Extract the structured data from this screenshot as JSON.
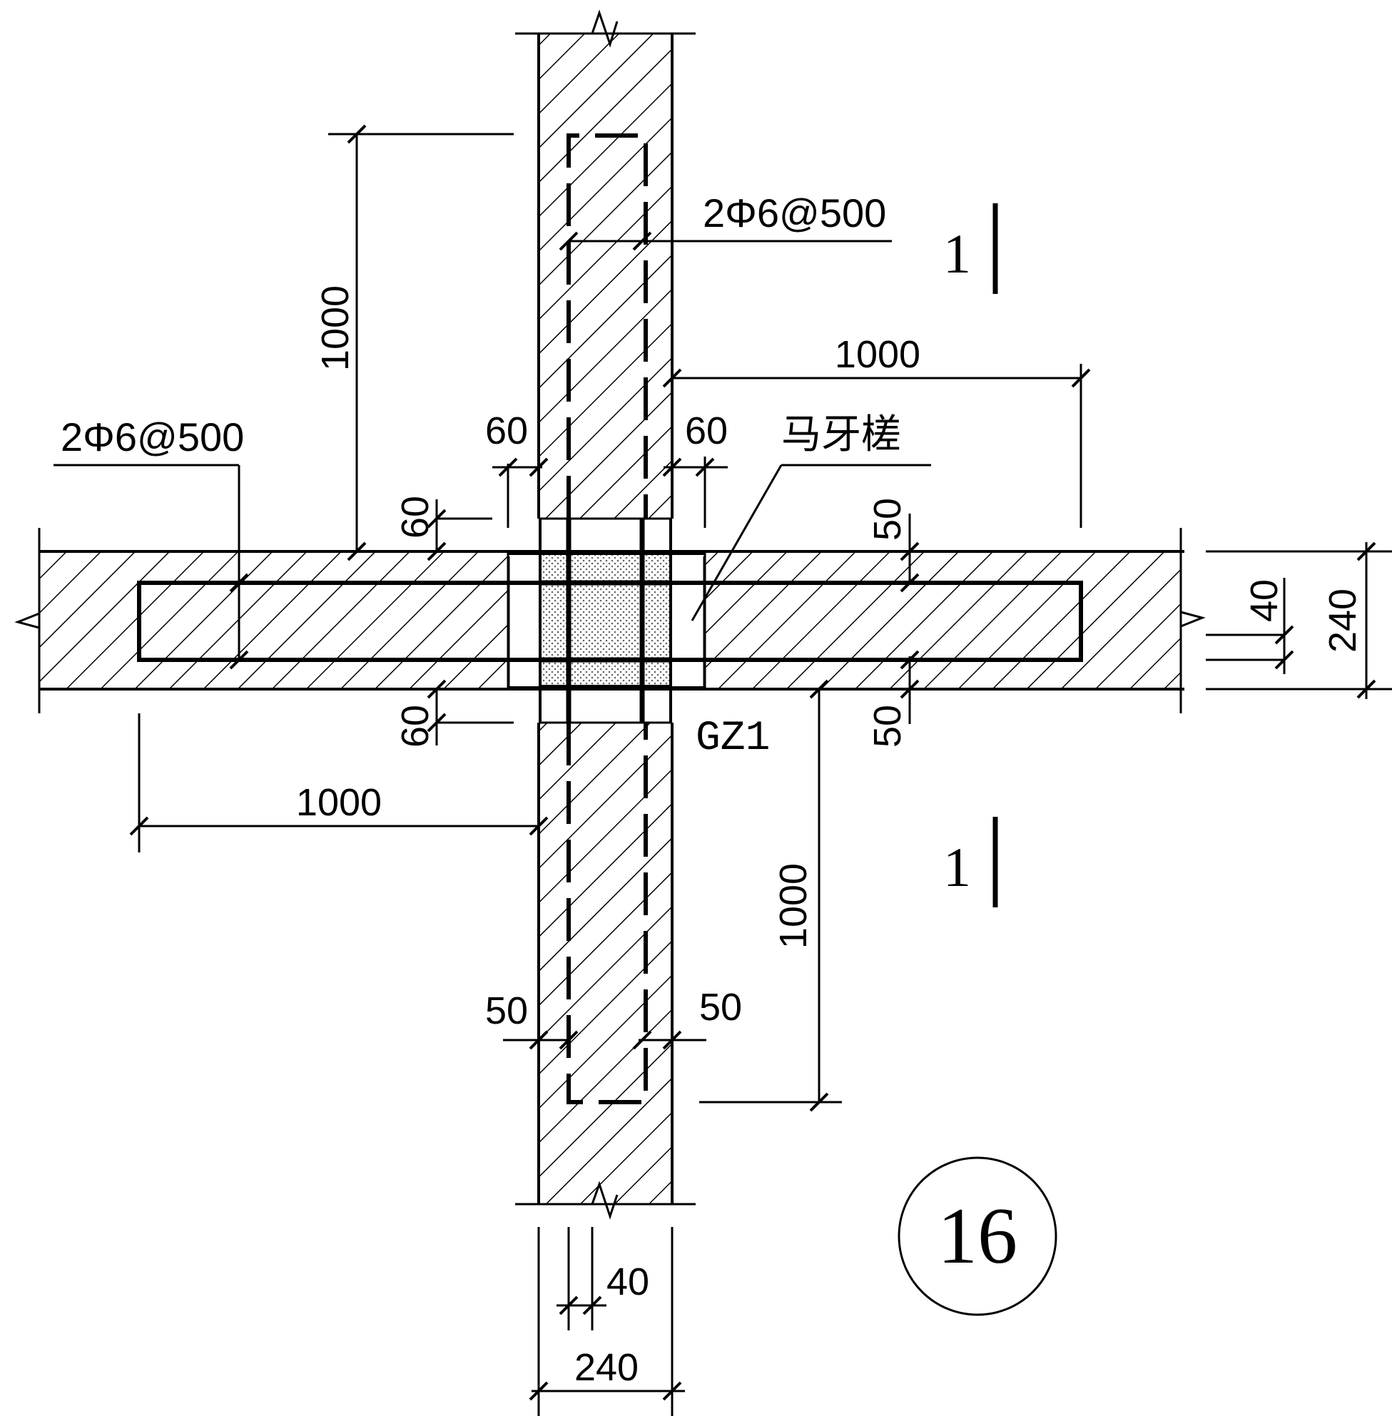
{
  "labels": {
    "rebar_top": "2Φ6@500",
    "rebar_left": "2Φ6@500",
    "mayacha": "马牙槎",
    "column": "GZ1",
    "section_mark": "1",
    "detail_number": "16"
  },
  "dims": {
    "top_1000": "1000",
    "right_1000": "1000",
    "left_1000": "1000",
    "bottom_1000": "1000",
    "top_left_60": "60",
    "top_right_60": "60",
    "left_upper_60": "60",
    "left_lower_60": "60",
    "right_upper_50": "50",
    "right_lower_50": "50",
    "bottom_left_50": "50",
    "bottom_right_50": "50",
    "right_40": "40",
    "right_240": "240",
    "bottom_40": "40",
    "bottom_240": "240"
  },
  "colors": {
    "line": "#000000",
    "background": "#ffffff",
    "fill_dots": "#b0b0b0"
  }
}
